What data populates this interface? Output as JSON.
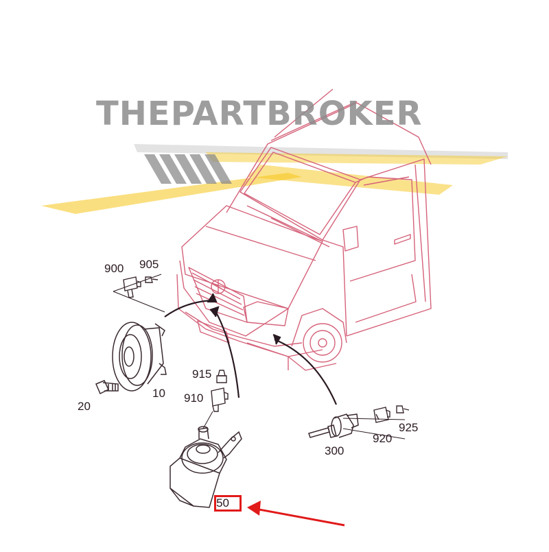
{
  "watermark": {
    "text": "THEPARTBROKER",
    "accent_color": "#f5c518",
    "text_color": "#8c8c8c"
  },
  "callouts": {
    "c900": "900",
    "c905": "905",
    "c915": "915",
    "c910": "910",
    "c20": "20",
    "c10": "10",
    "c300": "300",
    "c920": "920",
    "c925": "925",
    "c50": "50"
  },
  "colors": {
    "line_art": "#d5627a",
    "part_art": "#3a2a30",
    "highlight": "#e11a1a"
  }
}
